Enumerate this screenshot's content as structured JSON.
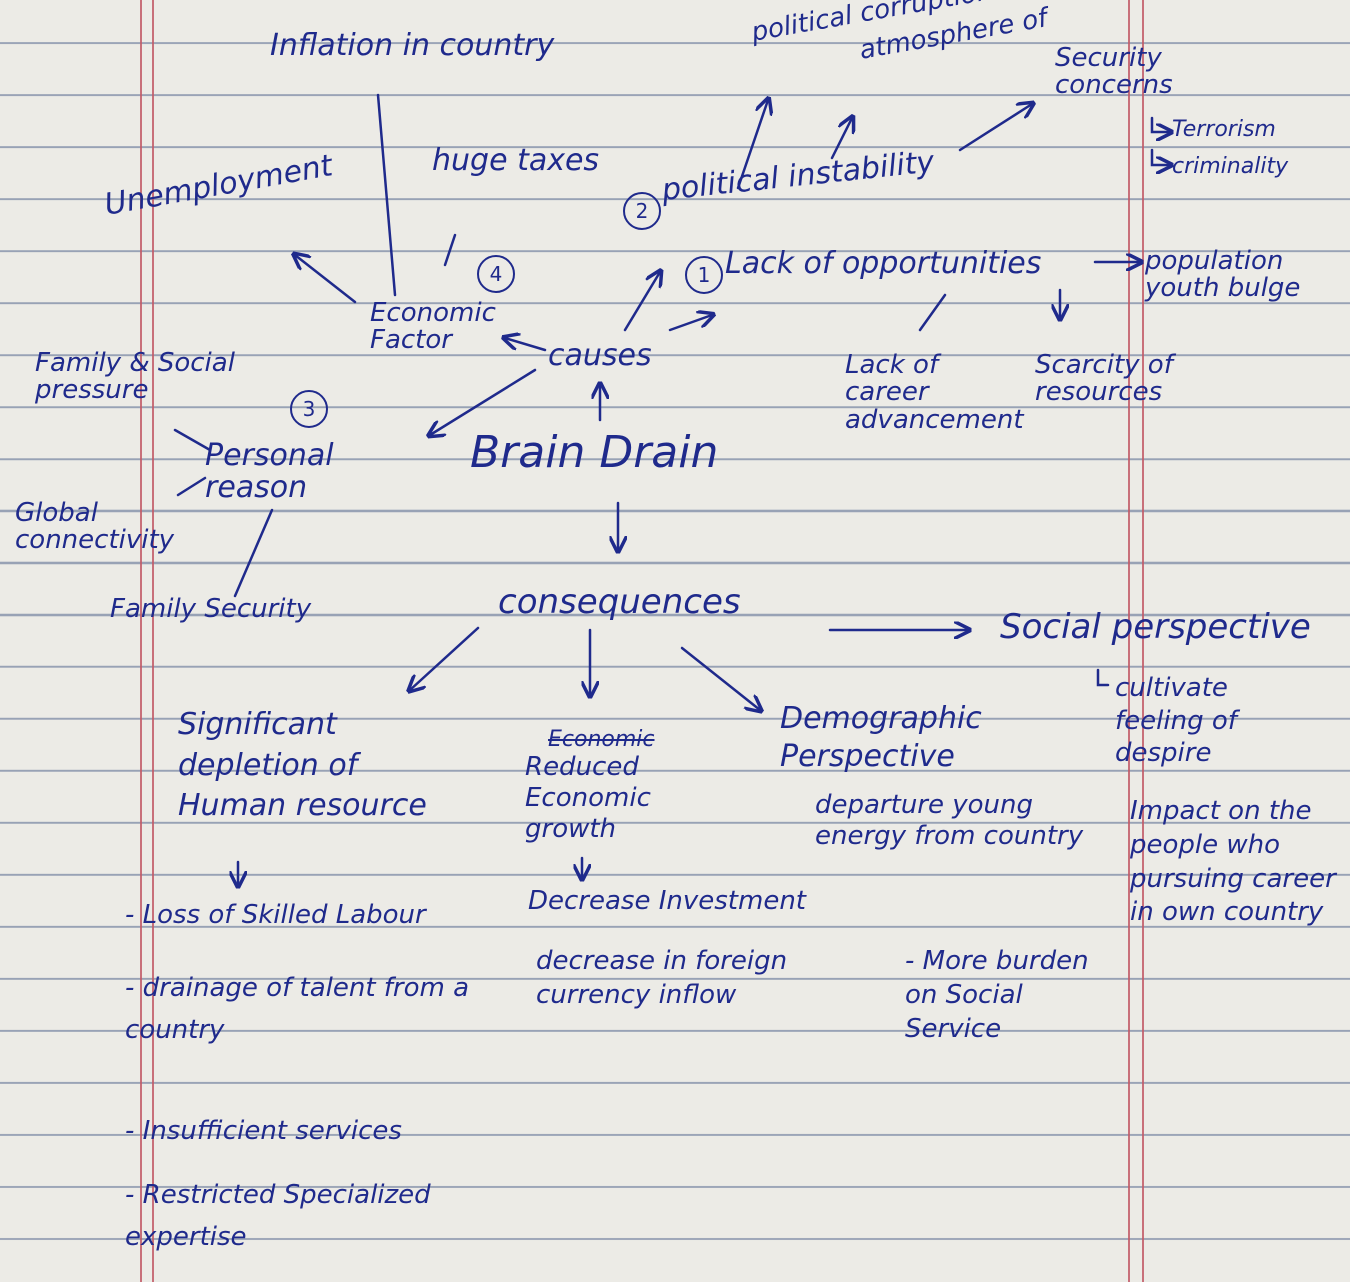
{
  "center": "Brain Drain",
  "causes": {
    "label": "causes",
    "economic": {
      "number": "4",
      "label": "Economic Factor",
      "items": [
        "Inflation in country",
        "huge taxes",
        "Unemployment"
      ]
    },
    "political": {
      "number": "2",
      "label": "political instability",
      "items": [
        "political corruption",
        "atmosphere of",
        "Security concerns",
        "Terrorism",
        "criminality"
      ]
    },
    "opportunities": {
      "number": "1",
      "label": "Lack of opportunities",
      "items": [
        "population youth bulge",
        "Lack of career advancement",
        "Scarcity of resources"
      ]
    },
    "personal": {
      "number": "3",
      "label": "Personal reason",
      "items": [
        "Family & Social pressure",
        "Global connectivity",
        "Family Security"
      ]
    }
  },
  "consequences": {
    "label": "consequences",
    "human": {
      "title": "Significant depletion of Human resource",
      "items": [
        "- Loss of Skilled Labour",
        "- drainage of talent from a country",
        "- Insufficient services",
        "- Restricted Specialized expertise"
      ]
    },
    "economic": {
      "struck": "Economic",
      "title": "Reduced Economic growth",
      "items": [
        "Decrease Investment",
        "decrease in foreign currency inflow"
      ]
    },
    "demographic": {
      "title": "Demographic Perspective",
      "items": [
        "departure young energy from country",
        "- More burden on Social Service"
      ]
    },
    "social": {
      "title": "Social perspective",
      "items": [
        "cultivate feeling of despire",
        "Impact on the people who pursuing career in own country"
      ]
    }
  },
  "colors": {
    "ink": "#1f2a8c",
    "paper": "#ecebe6",
    "rule": "#8f9ab0",
    "margin": "#c25a66"
  }
}
